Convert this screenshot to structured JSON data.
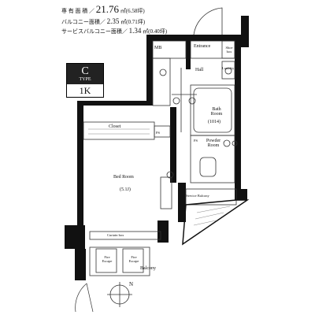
{
  "areas": {
    "exclusive": {
      "label": "専 有 面 積 ／",
      "value": "21.76",
      "unit": "㎡(6.58坪)"
    },
    "balcony": {
      "label": "バルコニー面積／",
      "value": "2.35",
      "unit": "㎡(0.71坪)"
    },
    "service_balcony": {
      "label": "サービスバルコニー面積／",
      "value": "1.34",
      "unit": "㎡(0.40坪)"
    }
  },
  "unit_type": {
    "letter": "C",
    "type_label": "TYPE",
    "layout": "1K"
  },
  "rooms": {
    "mb": "MB",
    "entrance": "Entrance",
    "shoe_box": "Shoe box",
    "laundry": "Laundry",
    "hall": "Hall",
    "bath_room": "Bath Room",
    "bath_size": "(1014)",
    "closet": "Closet",
    "ps1": "PS",
    "ps2": "PS",
    "powder_room": "Powder Room",
    "bed_room": "Bed Room",
    "bed_size": "(5.1J)",
    "service_balcony": "Service Balcony",
    "curtain_box": "Curtain box",
    "balcony": "Balcony",
    "fire_escape_1": "Fire Escape",
    "fire_escape_2": "Fire Escape"
  },
  "compass": {
    "north": "N"
  },
  "colors": {
    "wall": "#111111",
    "line": "#333333",
    "hatch": "#888888"
  }
}
